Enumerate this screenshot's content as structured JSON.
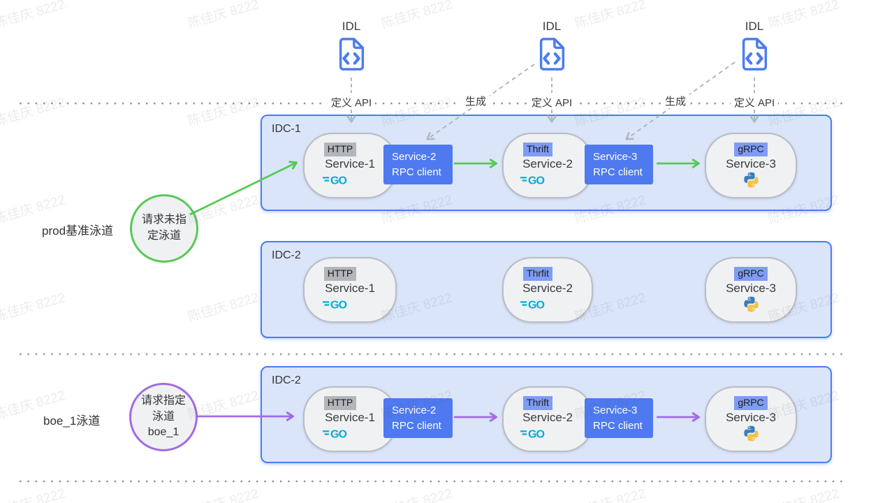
{
  "watermark": {
    "text": "陈佳庆 8222"
  },
  "top": {
    "idl_label": "IDL",
    "define_api": "定义 API",
    "generate": "生成"
  },
  "lanes": {
    "prod": {
      "label": "prod基准泳道",
      "circle": [
        "请求未指",
        "定泳道"
      ]
    },
    "boe": {
      "label": "boe_1泳道",
      "circle": [
        "请求指定",
        "泳道",
        "boe_1"
      ]
    }
  },
  "boxes": {
    "idc1": {
      "title": "IDC-1",
      "s1": {
        "proto": "HTTP",
        "name": "Service-1",
        "runtime": "go"
      },
      "rpc2": {
        "l1": "Service-2",
        "l2": "RPC client"
      },
      "s2": {
        "proto": "Thrift",
        "name": "Service-2",
        "runtime": "go"
      },
      "rpc3": {
        "l1": "Service-3",
        "l2": "RPC client"
      },
      "s3": {
        "proto": "gRPC",
        "name": "Service-3",
        "runtime": "python"
      }
    },
    "idc2_mid": {
      "title": "IDC-2",
      "s1": {
        "proto": "HTTP",
        "name": "Service-1",
        "runtime": "go"
      },
      "s2": {
        "proto": "Thrfit",
        "name": "Service-2",
        "runtime": "go"
      },
      "s3": {
        "proto": "gRPC",
        "name": "Service-3",
        "runtime": "python"
      }
    },
    "idc2_bottom": {
      "title": "IDC-2",
      "s1": {
        "proto": "HTTP",
        "name": "Service-1",
        "runtime": "go"
      },
      "rpc2": {
        "l1": "Service-2",
        "l2": "RPC client"
      },
      "s2": {
        "proto": "Thrift",
        "name": "Service-2",
        "runtime": "go"
      },
      "rpc3": {
        "l1": "Service-3",
        "l2": "RPC client"
      },
      "s3": {
        "proto": "gRPC",
        "name": "Service-3",
        "runtime": "python"
      }
    }
  },
  "colors": {
    "prod_lane_green": "#57c957",
    "boe_lane_purple": "#a26be6",
    "idc_border_blue": "#4b7cf3",
    "rpc_box_blue": "#4e79ef",
    "protocol_tag_blue": "#7f9cf4",
    "protocol_tag_gray": "#b2b5ba",
    "go_logo_cyan": "#00acd7",
    "idl_icon_blue": "#4b7cf3"
  }
}
